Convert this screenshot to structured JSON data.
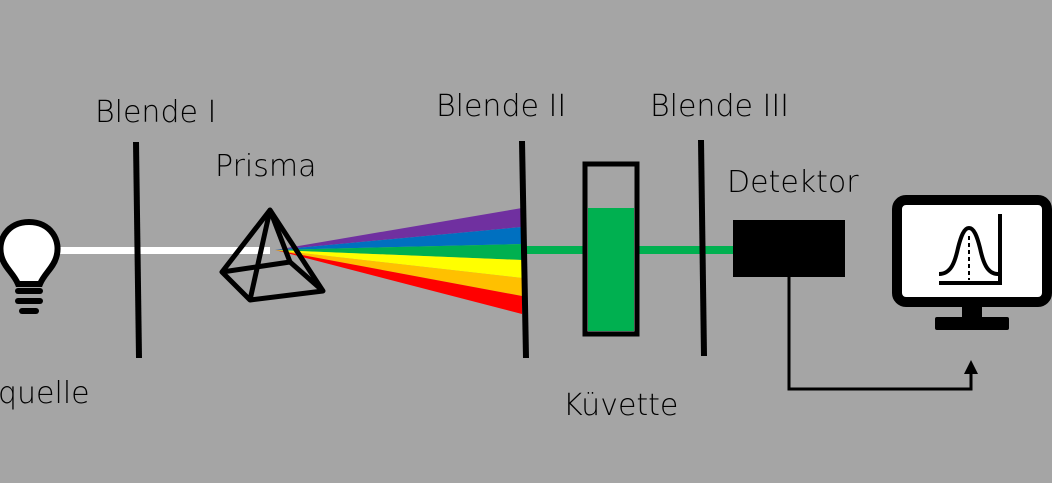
{
  "labels": {
    "light_source": "quelle",
    "aperture_1": "Blende I",
    "prism": "Prisma",
    "aperture_2": "Blende II",
    "aperture_3": "Blende III",
    "cuvette": "Küvette",
    "detector": "Detektor"
  },
  "colors": {
    "background": "#a5a5a5",
    "white_beam": "#ffffff",
    "green_beam": "#00b050",
    "liquid": "#00b050",
    "spectrum": [
      "#7030a0",
      "#0070c0",
      "#00b050",
      "#ffff00",
      "#ffc000",
      "#ff0000"
    ]
  },
  "icons": [
    "light-bulb-icon",
    "prism-icon",
    "monitor-icon",
    "bell-curve-icon",
    "arrow-up-icon"
  ]
}
